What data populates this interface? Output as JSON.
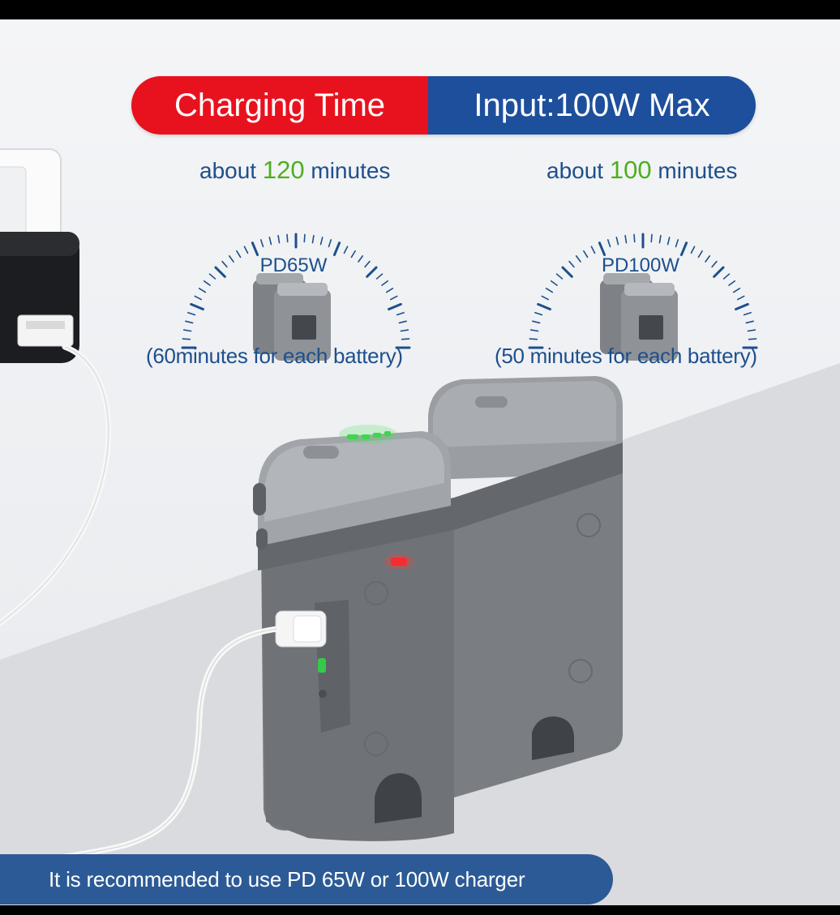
{
  "header": {
    "left_label": "Charging Time",
    "right_label": "Input:100W Max",
    "left_color": "#e8121e",
    "right_color": "#1e4f9c"
  },
  "options": [
    {
      "about": "about",
      "minutes_value": "120",
      "minutes_unit": "minutes",
      "charger_label": "PD65W",
      "per_battery": "(60minutes for each battery)"
    },
    {
      "about": "about",
      "minutes_value": "100",
      "minutes_unit": "minutes",
      "charger_label": "PD100W",
      "per_battery": "(50 minutes for each battery)"
    }
  ],
  "text_color": "#1d4f8c",
  "highlight_color": "#4caf1e",
  "gauge_color": "#1d4f8c",
  "battery_color": "#8f9296",
  "hub_color": "#7d8186",
  "footer": {
    "text": "It is recommended to use PD 65W or 100W charger",
    "color": "#2c5a96"
  }
}
